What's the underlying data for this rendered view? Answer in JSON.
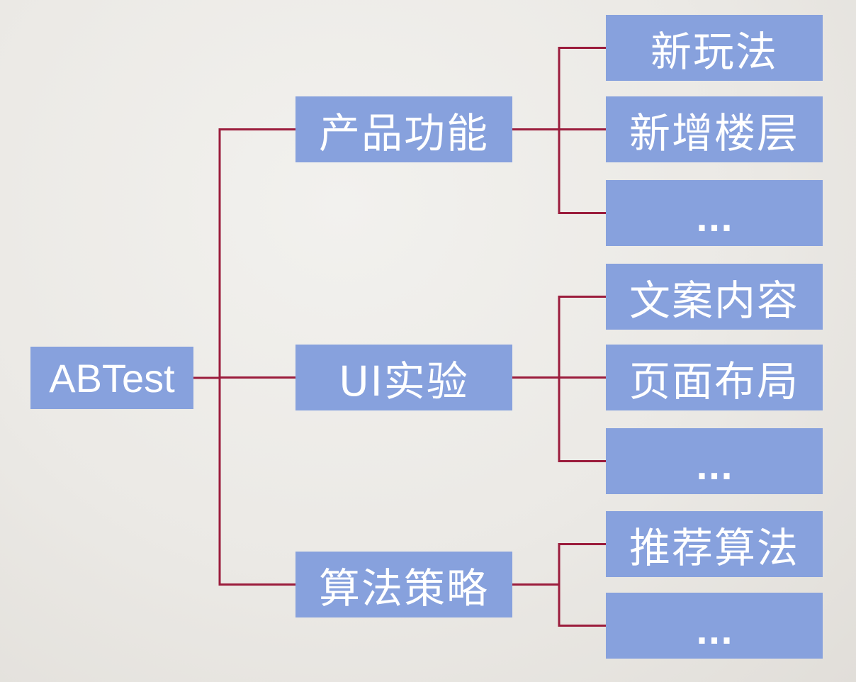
{
  "colors": {
    "node_fill": "#87a1dd",
    "connector": "#9b1c3c",
    "node_text": "#ffffff"
  },
  "root": {
    "label": "ABTest"
  },
  "branches": [
    {
      "label": "产品功能",
      "children": [
        {
          "label": "新玩法"
        },
        {
          "label": "新增楼层"
        },
        {
          "label": "..."
        }
      ]
    },
    {
      "label": "UI实验",
      "children": [
        {
          "label": "文案内容"
        },
        {
          "label": "页面布局"
        },
        {
          "label": "..."
        }
      ]
    },
    {
      "label": "算法策略",
      "children": [
        {
          "label": "推荐算法"
        },
        {
          "label": "..."
        }
      ]
    }
  ]
}
